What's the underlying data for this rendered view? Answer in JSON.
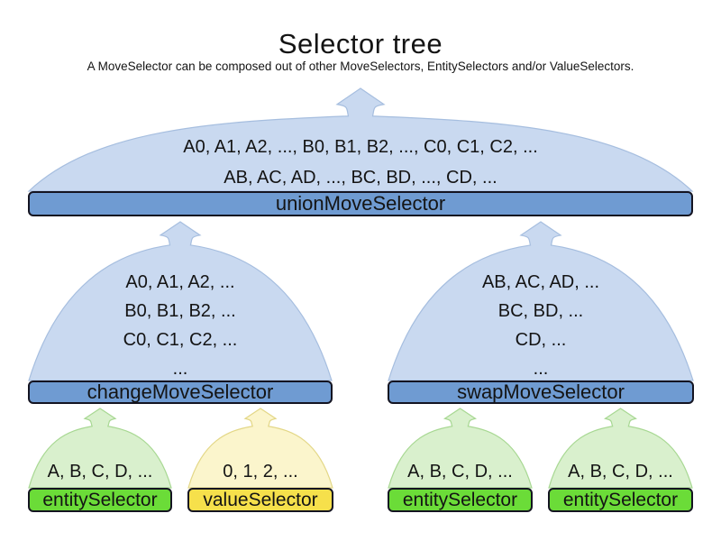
{
  "page": {
    "title": "Selector tree",
    "subtitle": "A MoveSelector can be composed out of other MoveSelectors, EntitySelectors and/or ValueSelectors."
  },
  "colors": {
    "dome_blue_fill": "#c9d9f0",
    "dome_blue_stroke": "#a6bedf",
    "bar_blue": "#6f9bd2",
    "dome_green_fill": "#d9f0cd",
    "dome_green_stroke": "#a8d893",
    "bar_green": "#6bdc38",
    "dome_yellow_fill": "#fbf5cc",
    "dome_yellow_stroke": "#e3d787",
    "bar_yellow": "#f6e04b",
    "bar_border": "#141421",
    "text": "#141414"
  },
  "nodes": {
    "union": {
      "label": "unionMoveSelector",
      "lines": [
        "A0, A1, A2, ..., B0, B1, B2, ..., C0, C1, C2, ...",
        "AB, AC, AD, ..., BC, BD, ..., CD, ..."
      ]
    },
    "change": {
      "label": "changeMoveSelector",
      "lines": [
        "A0, A1, A2, ...",
        "B0, B1, B2, ...",
        "C0, C1, C2, ...",
        "..."
      ]
    },
    "swap": {
      "label": "swapMoveSelector",
      "lines": [
        "AB, AC, AD, ...",
        "BC, BD, ...",
        "CD, ...",
        "..."
      ]
    },
    "entity_left": {
      "label": "entitySelector",
      "lines": [
        "A, B, C, D, ..."
      ]
    },
    "value_left": {
      "label": "valueSelector",
      "lines": [
        "0, 1, 2, ..."
      ]
    },
    "entity_mid": {
      "label": "entitySelector",
      "lines": [
        "A, B, C, D, ..."
      ]
    },
    "entity_right": {
      "label": "entitySelector",
      "lines": [
        "A, B, C, D, ..."
      ]
    }
  }
}
